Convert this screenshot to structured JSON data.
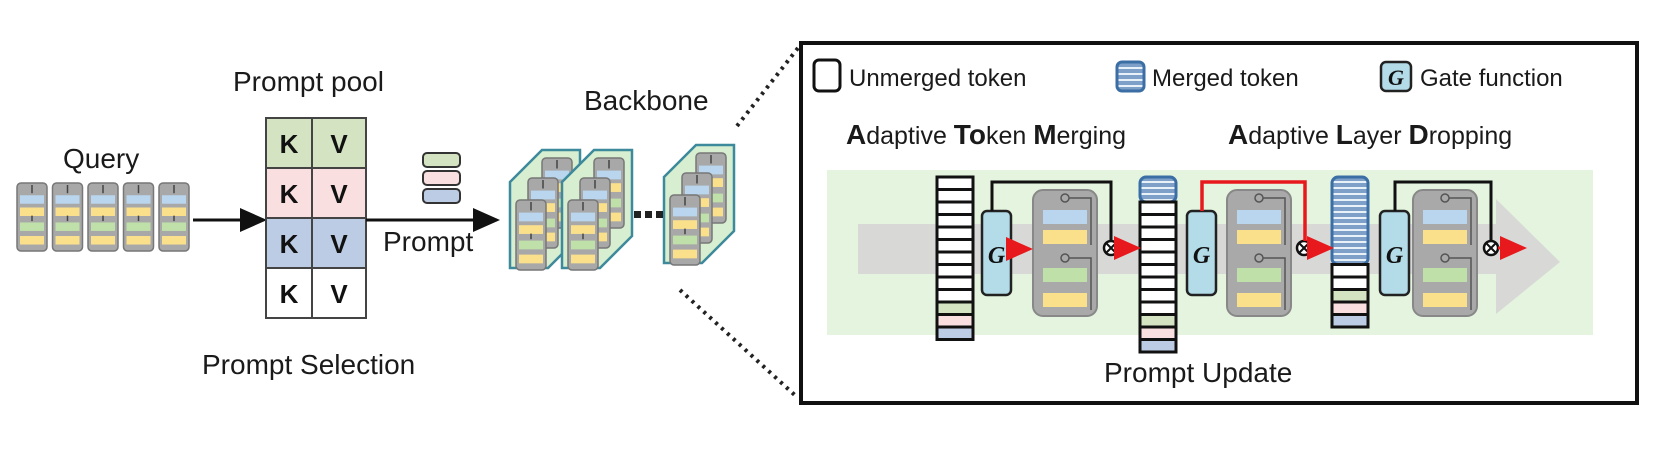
{
  "left": {
    "query_label": "Query",
    "pool_label": "Prompt pool",
    "prompt_label": "Prompt",
    "backbone_label": "Backbone",
    "section_label": "Prompt Selection",
    "pool_rows": [
      {
        "key": "K",
        "value": "V",
        "color": "#d4e4c2"
      },
      {
        "key": "K",
        "value": "V",
        "color": "#f9dfe0"
      },
      {
        "key": "K",
        "value": "V",
        "color": "#bccce4"
      },
      {
        "key": "K",
        "value": "V",
        "color": "#ffffff"
      }
    ],
    "prompt_stack_colors": [
      "#d4e4c2",
      "#f9dfe0",
      "#bccce4"
    ],
    "query_count": 5
  },
  "right": {
    "legend": {
      "unmerged": "Unmerged token",
      "merged": "Merged token",
      "gate": "Gate function",
      "gate_symbol": "G"
    },
    "atm": {
      "c1": "A",
      "t1": "daptive ",
      "c2": "To",
      "t2": "ken ",
      "c3": "M",
      "t3": "erging"
    },
    "ald": {
      "c1": "A",
      "t1": "daptive ",
      "c2": "L",
      "t2": "ayer ",
      "c3": "D",
      "t3": "ropping"
    },
    "section_label": "Prompt Update",
    "gate_symbol": "G"
  },
  "colors": {
    "block_blue": "#b9d6ee",
    "block_yellow": "#fbe08c",
    "block_green": "#bfe0a8",
    "block_gray": "#a9a9a9",
    "gate_fill": "#b3dbe8",
    "panel_green": "#e4f4de",
    "arrow_band": "#d4d4d4",
    "red": "#e8191c",
    "merged_blue": "#7d9fc8"
  }
}
